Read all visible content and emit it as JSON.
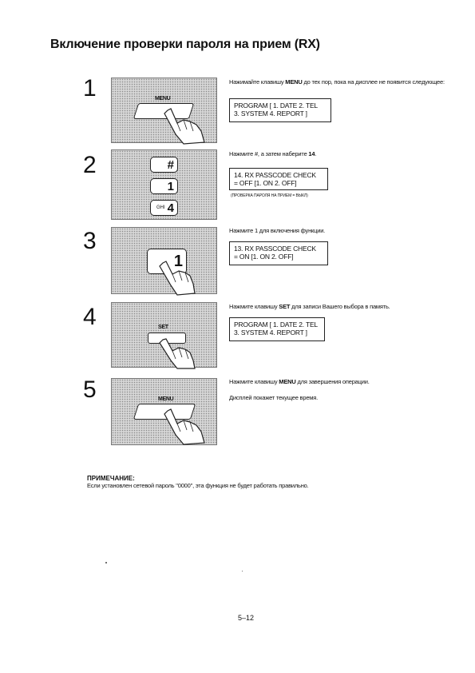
{
  "title": "Включение проверки пароля на прием (RX)",
  "steps": [
    {
      "num": "1",
      "key": "MENU",
      "instruction_pre": "Нажимайте клавишу ",
      "instruction_bold": "MENU",
      "instruction_post": " до тех пор, пока на дисплее не появится следующее:",
      "lcd": [
        "PROGRAM [ 1. DATE  2. TEL",
        "3. SYSTEM  4. REPORT ]"
      ]
    },
    {
      "num": "2",
      "keys": [
        "#",
        "1",
        "4"
      ],
      "key4_sub": "GHI",
      "instruction_pre": "Нажмите #, а затем наберите ",
      "instruction_bold": "14",
      "instruction_post": ".",
      "lcd": [
        "14. RX PASSCODE CHECK",
        "= OFF    [1. ON   2. OFF]"
      ],
      "lcd_note": "(ПРОВЕРКА ПАРОЛЯ НА ПРИЕМ = ВЫКЛ)"
    },
    {
      "num": "3",
      "key": "1",
      "instruction_pre": "Нажмите 1 для включения функции.",
      "instruction_bold": "",
      "instruction_post": "",
      "lcd": [
        "13. RX PASSCODE CHECK",
        "= ON    [1. ON   2. OFF]"
      ]
    },
    {
      "num": "4",
      "key": "SET",
      "instruction_pre": "Нажмите клавишу ",
      "instruction_bold": "SET",
      "instruction_post": " для записи Вашего выбора в память.",
      "lcd": [
        "PROGRAM [ 1. DATE  2. TEL",
        "3. SYSTEM  4. REPORT ]"
      ]
    },
    {
      "num": "5",
      "key": "MENU",
      "instruction_pre": "Нажмите клавишу ",
      "instruction_bold": "MENU",
      "instruction_post": " для завершения операции.",
      "instruction2": "Дисплей покажет текущее время."
    }
  ],
  "note": {
    "title": "ПРИМЕЧАНИЕ:",
    "text": "Если установлен сетевой пароль \"0000\", эта функция не будет работать правильно."
  },
  "page_number": "5–12"
}
